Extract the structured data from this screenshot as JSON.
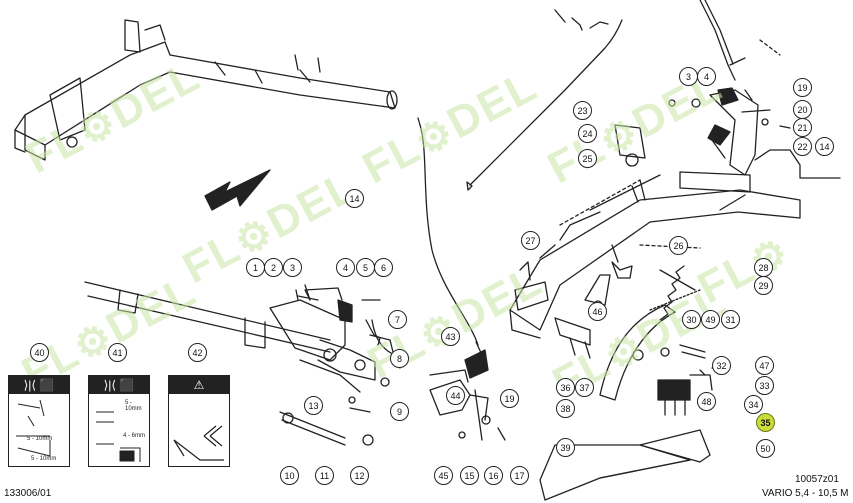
{
  "watermark": {
    "text_left": "FL",
    "text_right": "DEL"
  },
  "drawing": {
    "left_code": "133006/01",
    "right_code": "10057z01",
    "model": "VARIO 5,4 - 10,5 M"
  },
  "decals": [
    {
      "id": "40",
      "band": "⟩|⟨  ⬛",
      "sub1": "",
      "sub2": "5 - 10mm",
      "sub3": "5 - 10mm"
    },
    {
      "id": "41",
      "band": "⟩|⟨  ⬛",
      "sub1": "5 - 10mm",
      "sub2": "4 - 6mm",
      "sub3": ""
    },
    {
      "id": "42",
      "band": "⚠",
      "sub1": "",
      "sub2": "",
      "sub3": ""
    }
  ],
  "callouts": [
    "1",
    "2",
    "3",
    "4",
    "5",
    "6",
    "7",
    "8",
    "9",
    "10",
    "11",
    "12",
    "13",
    "14",
    "14",
    "15",
    "16",
    "17",
    "19",
    "19",
    "20",
    "21",
    "22",
    "23",
    "24",
    "25",
    "26",
    "27",
    "28",
    "29",
    "30",
    "31",
    "32",
    "33",
    "34",
    "35",
    "36",
    "37",
    "38",
    "39",
    "40",
    "41",
    "42",
    "43",
    "44",
    "45",
    "46",
    "47",
    "48",
    "49",
    "50",
    "3",
    "4"
  ],
  "highlight": "35"
}
